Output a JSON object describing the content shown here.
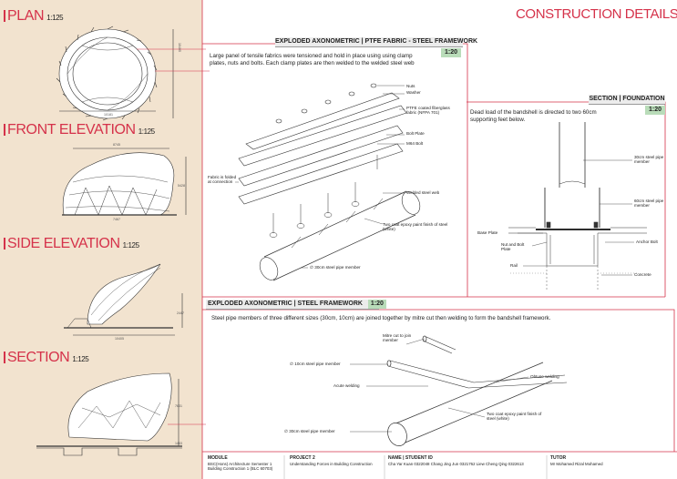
{
  "header": {
    "title": "CONSTRUCTION DETAILS"
  },
  "views": {
    "plan": {
      "title": "PLAN",
      "scale": "1:125",
      "dims": [
        "10405",
        "10181"
      ]
    },
    "front": {
      "title": "FRONT ELEVATION",
      "scale": "1:125",
      "dims": [
        "8745",
        "5428",
        "7467"
      ]
    },
    "side": {
      "title": "SIDE ELEVATION",
      "scale": "1:125",
      "dims": [
        "2447",
        "10405"
      ]
    },
    "section": {
      "title": "SECTION",
      "scale": "1:125",
      "dims": [
        "7631",
        "1463"
      ]
    }
  },
  "panel_fabric": {
    "heading": "EXPLODED AXONOMETRIC  |  PTFE FABRIC - STEEL FRAMEWORK",
    "scale": "1:20",
    "note": "Large panel of tensile fabrics were tensioned and hold in place using using clamp plates, nuts and bolts. Each clamp plates are then welded to the welded steel web",
    "labels": {
      "nuts": "Nuts",
      "washer": "Washer",
      "ptfe": "PTFE coated fiberglass fabric (NFPA 701)",
      "bolt_plate": "Bolt Plate",
      "m64": "M64 Bolt",
      "fabric_fold": "Fabric is folded at connection",
      "welded_web": "Welded steel web",
      "paint": "Two coat epoxy paint finish of steel (white)",
      "pipe": "30cm steel pipe member"
    }
  },
  "panel_foundation": {
    "heading": "SECTION  |  FOUNDATION",
    "scale": "1:20",
    "note": "Dead load of the bandshell is directed to two 60cm supporting feet below.",
    "labels": {
      "pipe30": "30cm steel pipe member",
      "pipe60": "60cm steel pipe member",
      "base_plate": "Base Plate",
      "nut_bolt": "Nut and Bolt Plate",
      "anchor": "Anchor Bolt",
      "rail": "Rail",
      "concrete": "Concrete"
    }
  },
  "panel_frame": {
    "heading": "EXPLODED AXONOMETRIC  |  STEEL FRAMEWORK",
    "scale": "1:20",
    "note": "Steel pipe members of three different sizes (30cm, 10cm) are joined together by mitre cut then welding to form the bandshell framework.",
    "labels": {
      "mitre": "Mitre cut to join member",
      "pipe10": "10cm steel pipe member",
      "obtuse": "Obtuse welding",
      "acute": "Acute welding",
      "paint": "Two coat epoxy paint finish of steel (white)",
      "pipe30": "30cm steel pipe member"
    }
  },
  "footer": {
    "module_label": "MODULE",
    "module_text": "BSC(Hons) Architecture Semester 1 Building Construction 1 (BLC 60703)",
    "project_label": "PROJECT 2",
    "project_text": "Understanding Forces in Building Construction",
    "names_label": "NAME | STUDENT ID",
    "names_text": "Cha Yar Kuan 0322048    Chang Jing Jun 0321762    Liew Cheng Qing 0322613",
    "tutor_label": "TUTOR",
    "tutor_text": "Mr Mohamed Rizal Mohamed"
  },
  "colors": {
    "accent": "#d5324a",
    "panel_bg": "#f2e3cf",
    "header_bg": "#ececec",
    "scale_bg": "#b9dcb9"
  }
}
